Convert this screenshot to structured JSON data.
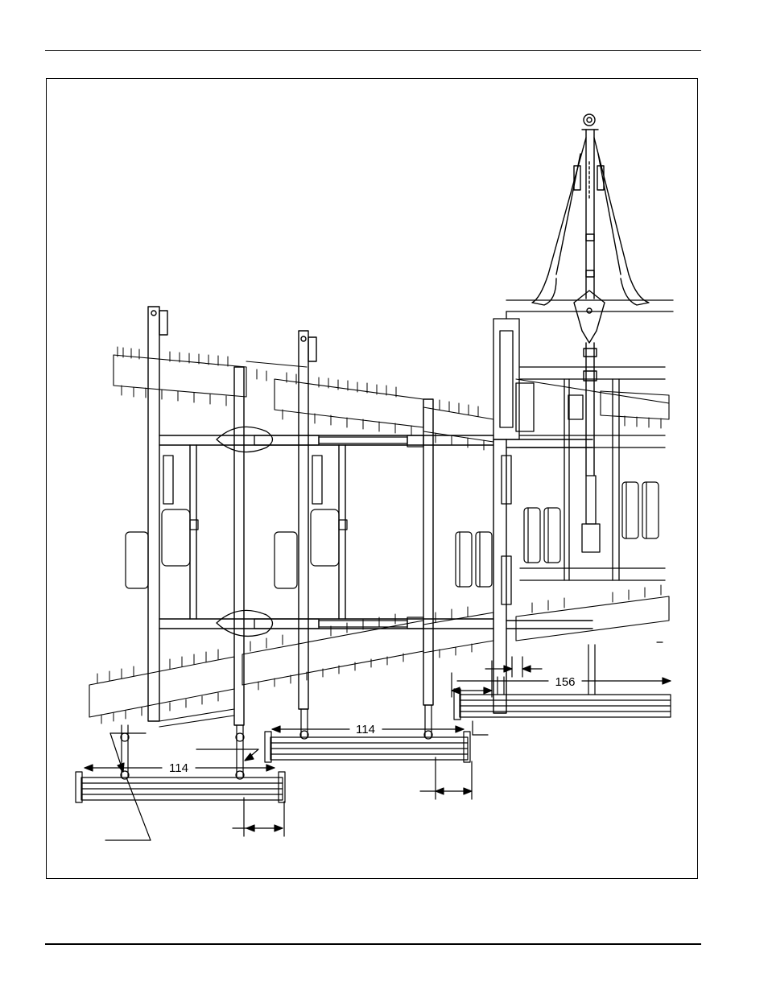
{
  "figure": {
    "dimensions": {
      "left_spacing": "114",
      "center_spacing": "114",
      "right_spacing": "156"
    }
  }
}
